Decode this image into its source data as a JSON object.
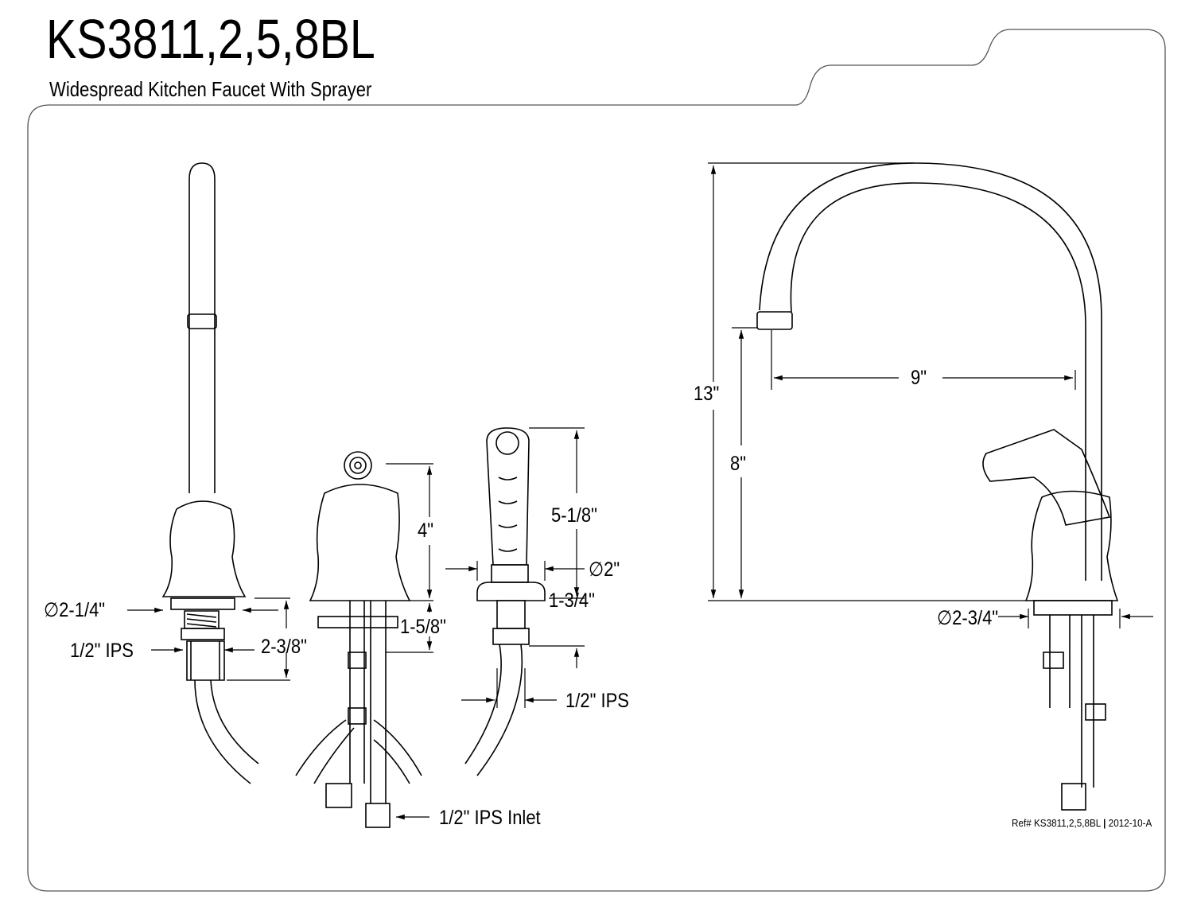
{
  "header": {
    "title": "KS3811,2,5,8BL",
    "subtitle": "Widespread Kitchen Faucet With Sprayer"
  },
  "dimensions": {
    "spout_base_diameter": "∅2-1/4\"",
    "spout_connection": "1/2\" IPS",
    "spout_shank_length": "2-3/8\"",
    "handle_height": "4\"",
    "handle_shank_length": "1-5/8\"",
    "inlet": "1/2\" IPS Inlet",
    "sprayer_height": "5-1/8\"",
    "sprayer_diameter": "∅2\"",
    "sprayer_shank_length": "1-3/4\"",
    "sprayer_connection": "1/2\" IPS",
    "overall_height": "13\"",
    "spout_clearance": "8\"",
    "spout_reach": "9\"",
    "base_diameter": "∅2-3/4\""
  },
  "footer": {
    "ref": "Ref# KS3811,2,5,8BL",
    "separator": "|",
    "revision": "2012-10-A"
  }
}
